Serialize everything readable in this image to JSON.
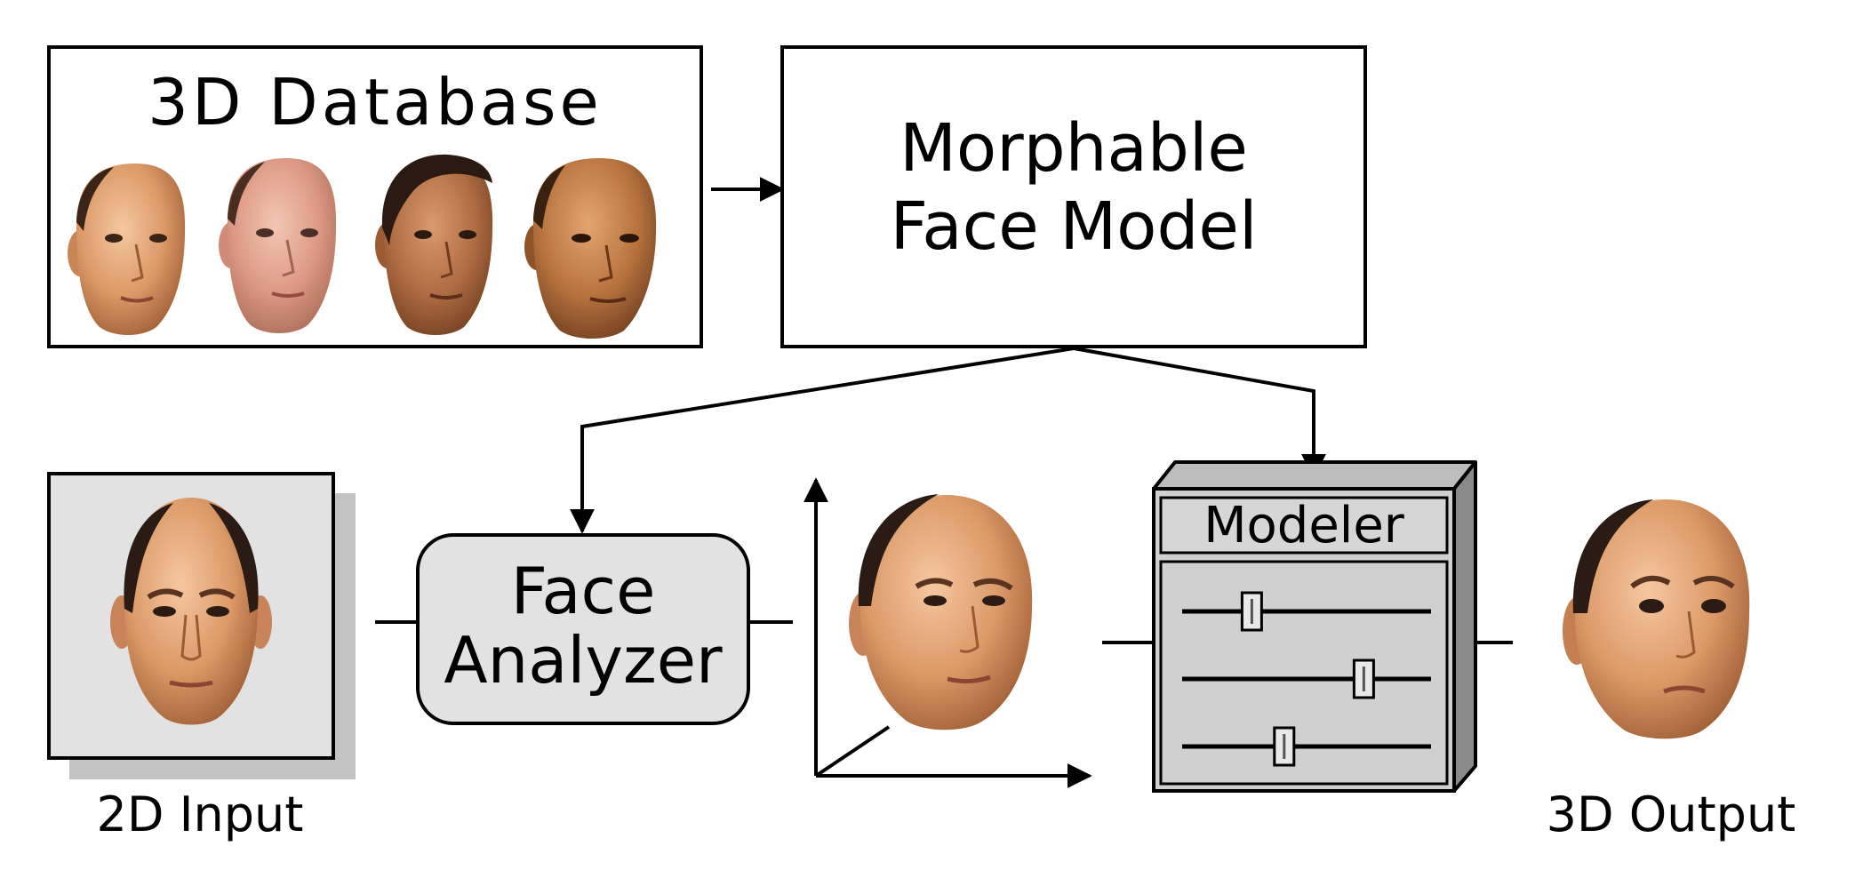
{
  "labels": {
    "database_title": "3D Database",
    "morphable_line1": "Morphable",
    "morphable_line2": "Face Model",
    "analyzer_line1": "Face",
    "analyzer_line2": "Analyzer",
    "modeler_title": "Modeler",
    "input_caption": "2D Input",
    "output_caption": "3D Output"
  },
  "modeler": {
    "sliders": [
      {
        "value": 0.28
      },
      {
        "value": 0.73
      },
      {
        "value": 0.41
      }
    ]
  },
  "colors": {
    "stroke": "#000000",
    "panel_gray": "#e2e2e2",
    "shadow_gray": "#c2c2c2",
    "modeler_gray": "#d0d0d0",
    "modeler_dark": "#8a8a8a",
    "skin_light": "#f0b88e",
    "skin_mid": "#d9915f",
    "skin_dark": "#a8653d",
    "hair": "#2a1c14"
  }
}
